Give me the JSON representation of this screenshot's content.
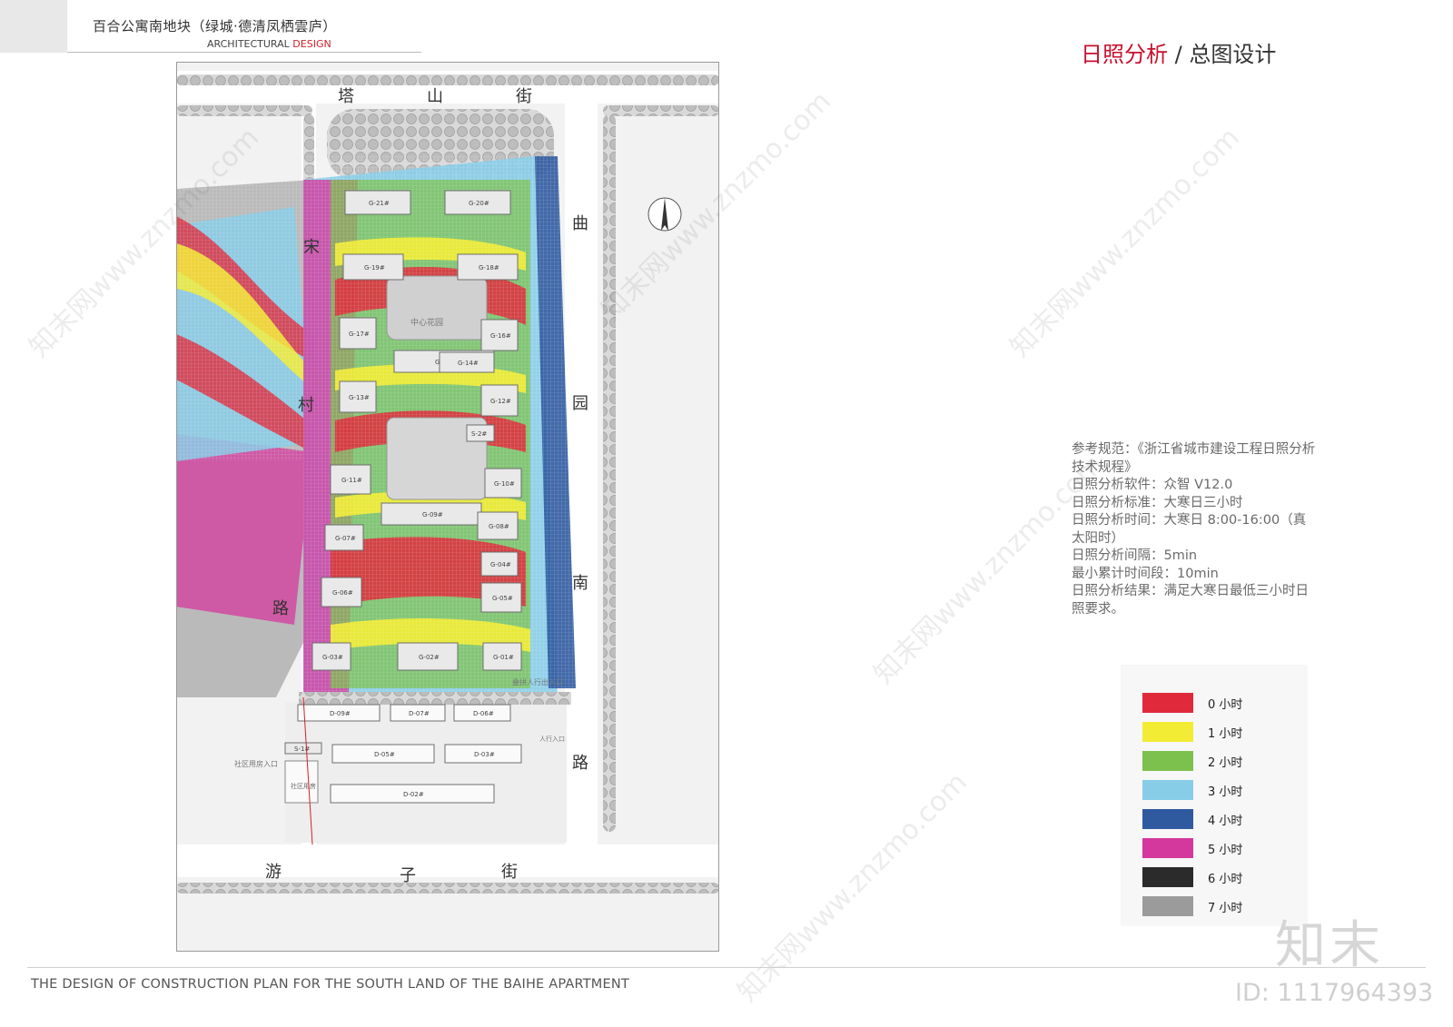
{
  "header": {
    "title": "百合公寓南地块（绿城·德清凤栖雲庐）",
    "subtitle_main": "ARCHITECTURAL ",
    "subtitle_accent": "DESIGN"
  },
  "page_title": {
    "accent": "日照分析",
    "rest": " / 总图设计"
  },
  "map": {
    "streets": {
      "north": [
        "塔",
        "山",
        "街"
      ],
      "east": [
        "曲",
        "园",
        "南",
        "路"
      ],
      "west": [
        "宋",
        "村",
        "路"
      ],
      "south": [
        "游",
        "子",
        "街"
      ]
    },
    "labels": {
      "center_garden": "中心花园",
      "entrance_pedestrian": "叠拼人行出入口",
      "entrance_vehicle": "社区用房入口",
      "community_office": "社区用房",
      "residential_entry": "人行入口"
    },
    "buildings": [
      "G-21#",
      "G-20#",
      "G-19#",
      "G-18#",
      "G-17#",
      "G-16#",
      "G-15#",
      "G-14#",
      "G-13#",
      "G-12#",
      "G-11#",
      "G-10#",
      "G-09#",
      "G-08#",
      "G-07#",
      "G-06#",
      "G-05#",
      "G-04#",
      "G-03#",
      "G-02#",
      "G-01#",
      "D-09#",
      "D-07#",
      "D-06#",
      "D-05#",
      "D-03#",
      "D-02#",
      "S-1#",
      "S-2#"
    ]
  },
  "notes": [
    "参考规范：《浙江省城市建设工程日照分析技术规程》",
    "日照分析软件：众智 V12.0",
    "日照分析标准：大寒日三小时",
    "日照分析时间：大寒日 8:00-16:00（真太阳时）",
    "日照分析间隔：5min",
    "最小累计时间段：10min",
    "日照分析结果：满足大寒日最低三小时日照要求。"
  ],
  "legend": [
    {
      "label": "0 小时",
      "color": "#e02a3c"
    },
    {
      "label": "1 小时",
      "color": "#f3ec35"
    },
    {
      "label": "2 小时",
      "color": "#7cc04e"
    },
    {
      "label": "3 小时",
      "color": "#87cde8"
    },
    {
      "label": "4 小时",
      "color": "#2f5aa0"
    },
    {
      "label": "5 小时",
      "color": "#d4389c"
    },
    {
      "label": "6 小时",
      "color": "#2b2b2b"
    },
    {
      "label": "7 小时",
      "color": "#9b9b9b"
    }
  ],
  "footer": {
    "text": "THE DESIGN OF CONSTRUCTION PLAN FOR THE SOUTH LAND OF THE BAIHE APARTMENT",
    "logo": "知末",
    "id": "ID: 1117964393"
  },
  "watermark_text": "知末网www.znzmo.com"
}
